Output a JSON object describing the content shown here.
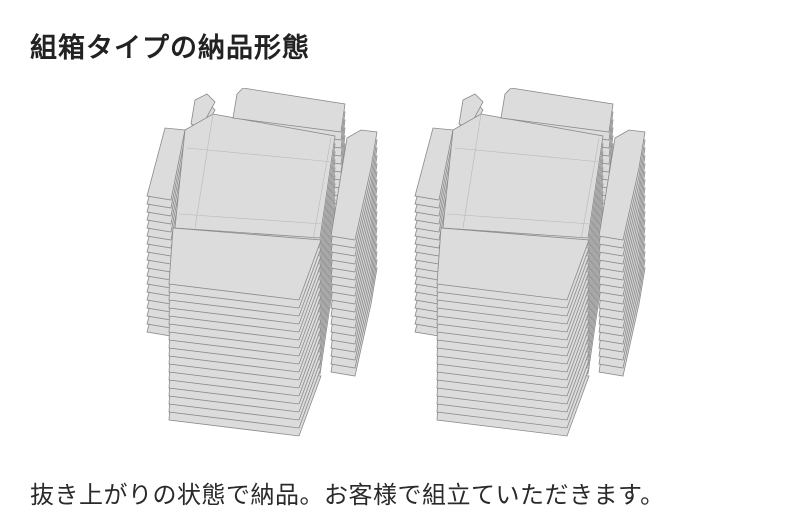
{
  "header": {
    "title": "組箱タイプの納品形態"
  },
  "figure": {
    "stacks": [
      {
        "label": "flat-box-stack-left",
        "layers": 18
      },
      {
        "label": "flat-box-stack-right",
        "layers": 18
      }
    ],
    "colors": {
      "fill": "#dcdcdc",
      "edge": "#8a8a8a",
      "crease": "#b8b8b8"
    }
  },
  "caption": {
    "text": "抜き上がりの状態で納品。お客様で組立ていただきます。"
  }
}
